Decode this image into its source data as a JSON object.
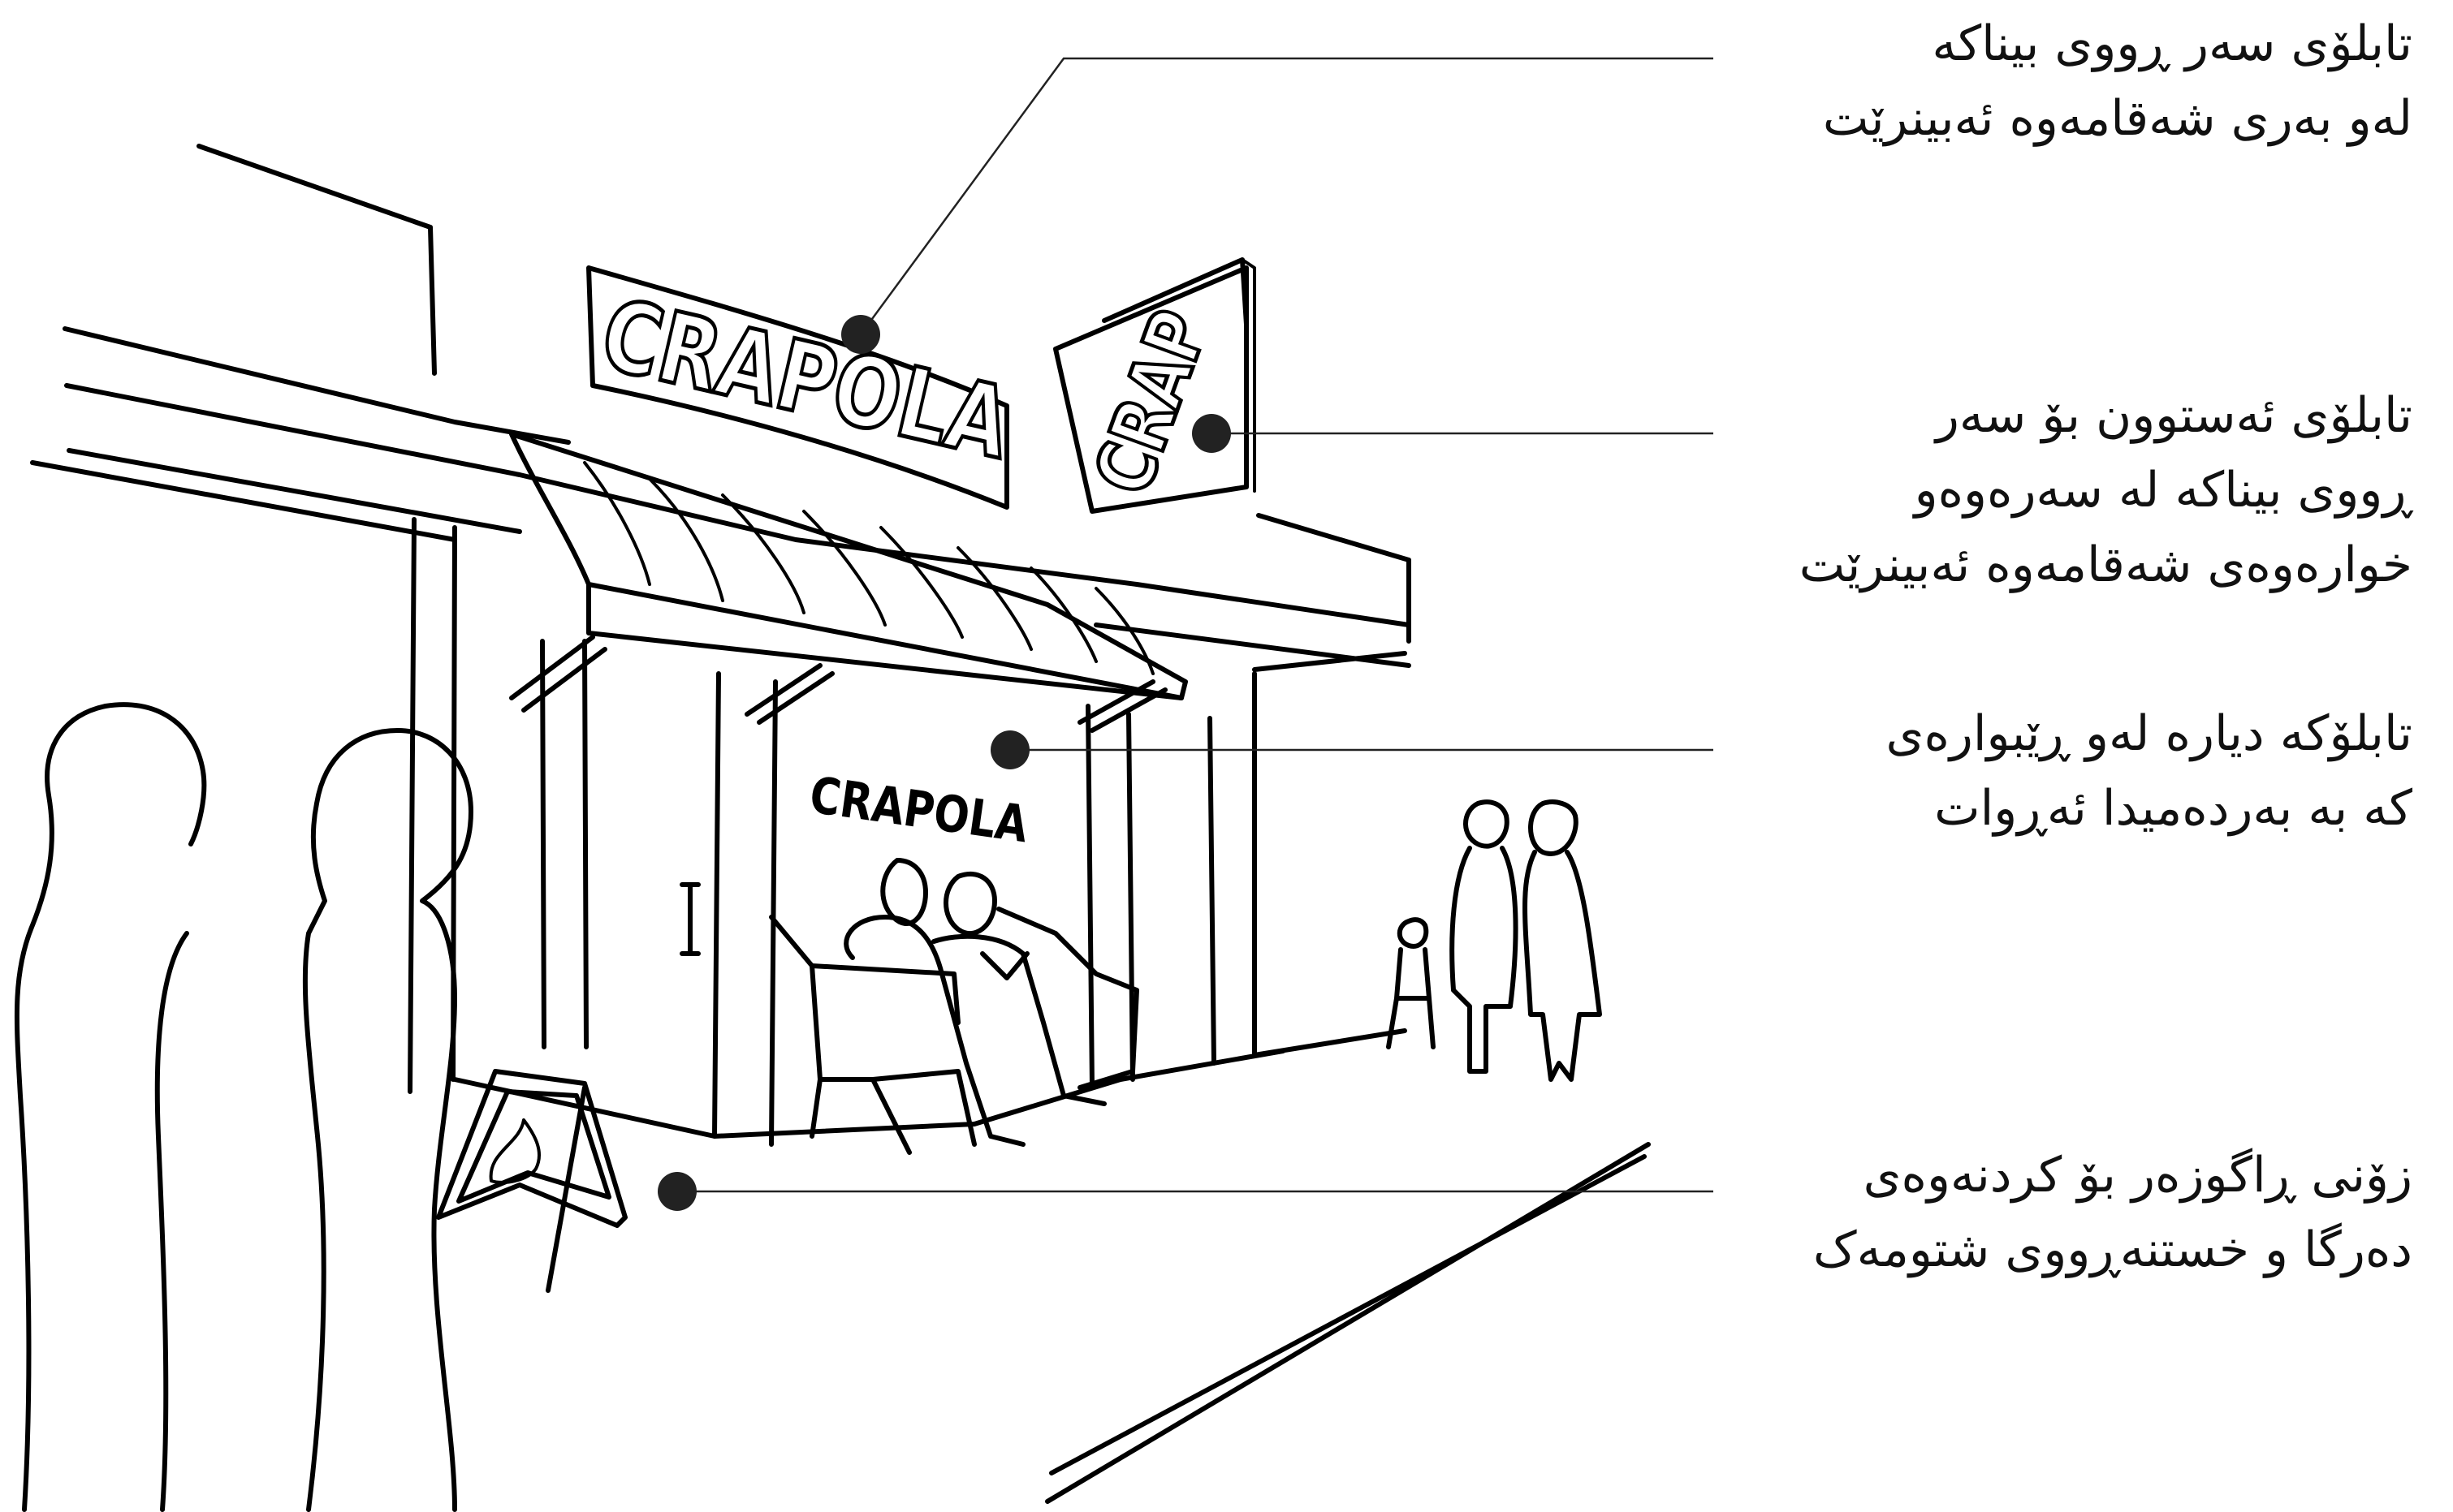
{
  "signs": {
    "facade": "CRAPOLA",
    "projecting": "CRAP",
    "window": "CRAPOLA"
  },
  "callouts": [
    {
      "lines": [
        "تابلۆی سەر ڕووی بیناکە",
        "لەو بەری شەقامەوە ئەبینرێت"
      ]
    },
    {
      "lines": [
        "تابلۆی ئەستوون بۆ سەر",
        "ڕووی بیناکە لە سەرەوەو",
        "خوارەوەی شەقامەوە ئەبینرێت"
      ]
    },
    {
      "lines": [
        "تابلۆکە دیارە لەو ڕێبوارەی",
        "کە بە بەردەمیدا ئەڕوات"
      ]
    },
    {
      "lines": [
        "زۆنی ڕاگوزەر بۆ کردنەوەی",
        "دەرگا و خستنەڕووی شتومەک"
      ]
    }
  ],
  "colors": {
    "ink": "#000000",
    "leader": "#222222",
    "background": "#ffffff"
  }
}
